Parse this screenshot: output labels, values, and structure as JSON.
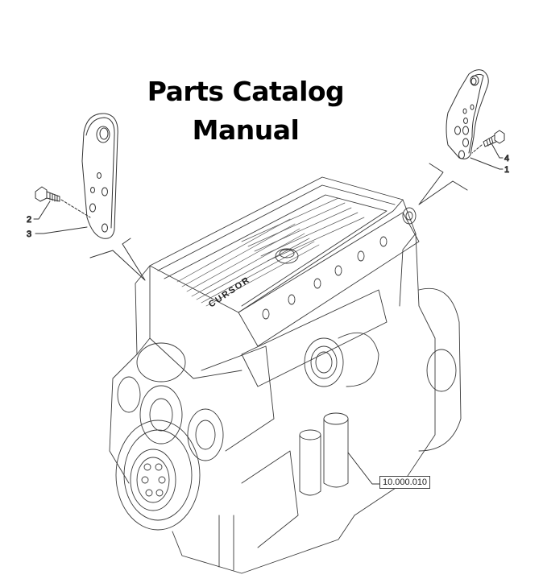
{
  "title": {
    "line1": "Parts Catalog",
    "line2": "Manual"
  },
  "callouts": {
    "left_bolt": "2",
    "left_bracket": "3",
    "right_bolt": "4",
    "right_bracket": "1"
  },
  "reference": {
    "label": "10.000.010"
  },
  "engine": {
    "valve_cover_brand": "CURSOR"
  }
}
